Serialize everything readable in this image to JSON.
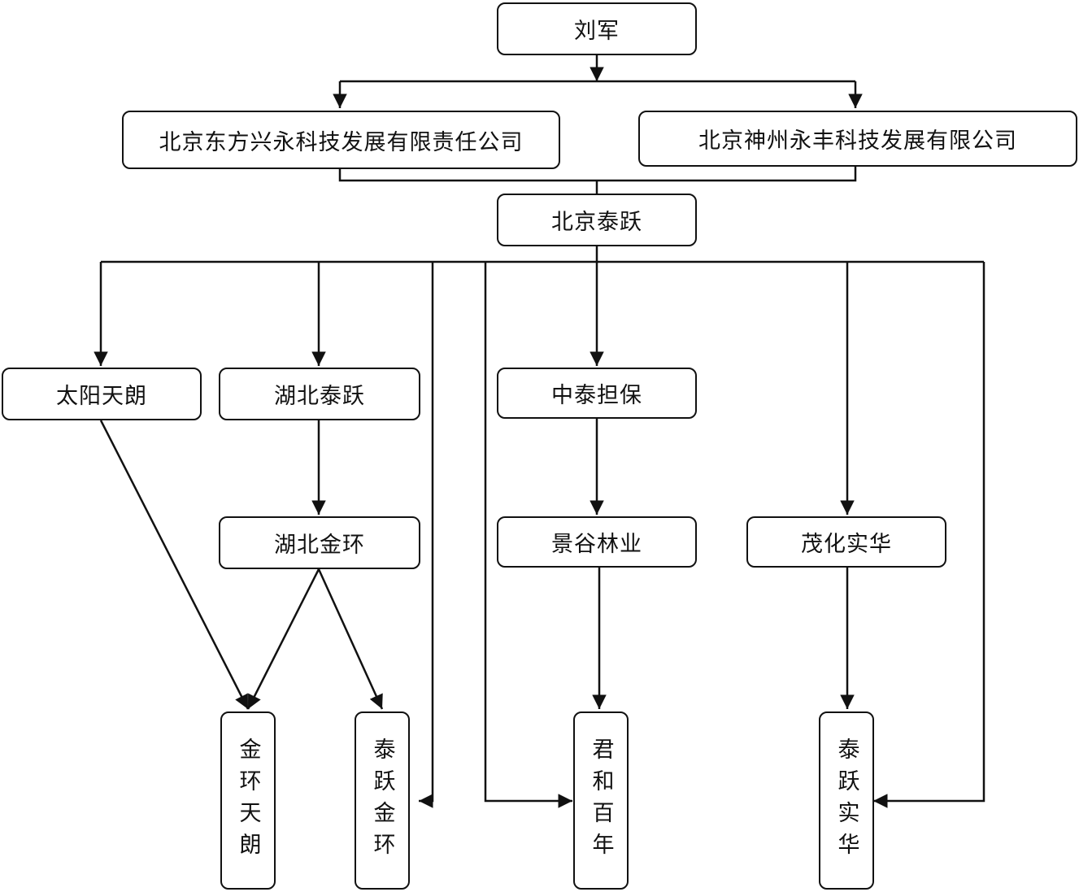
{
  "nodes": {
    "liujun": "刘军",
    "dongfang": "北京东方兴永科技发展有限责任公司",
    "shenzhou": "北京神州永丰科技发展有限公司",
    "bjtaiyue": "北京泰跃",
    "taiyang": "太阳天朗",
    "hbtaiyue": "湖北泰跃",
    "zhongtai": "中泰担保",
    "hbjinhuan": "湖北金环",
    "jinggu": "景谷林业",
    "maohua": "茂化实华",
    "jinhuantianlang": "金环天朗",
    "taiyuejinhuan": "泰跃金环",
    "junhe": "君和百年",
    "taiyueshihua": "泰跃实华"
  },
  "colors": {
    "line": "#111111",
    "box_border": "#111111",
    "background": "#ffffff"
  }
}
